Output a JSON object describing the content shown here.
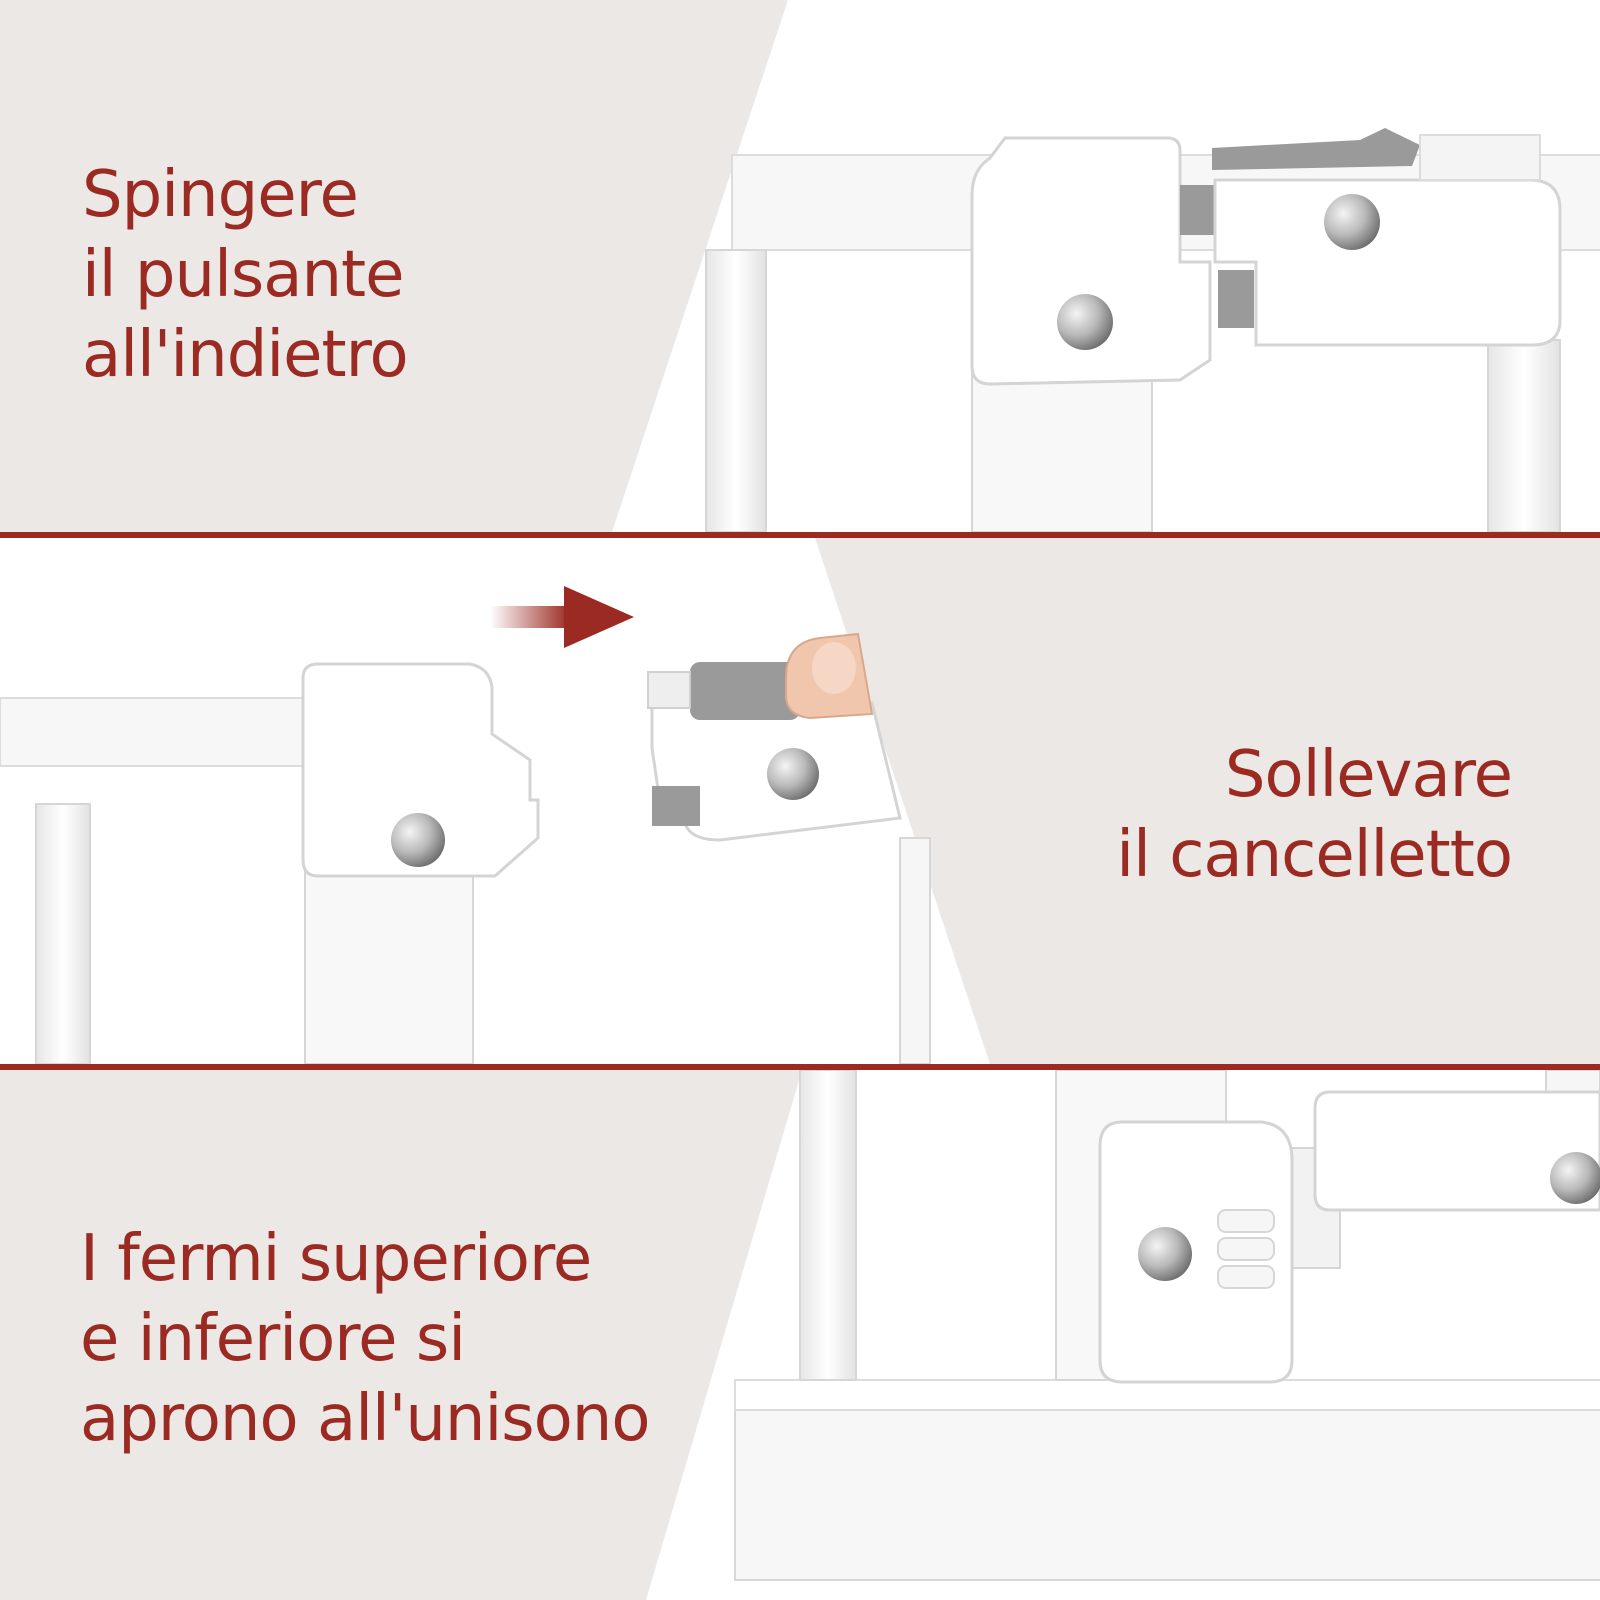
{
  "steps": [
    {
      "lines": [
        "Spingere",
        "il pulsante",
        "all'indietro"
      ]
    },
    {
      "lines": [
        "Sollevare",
        "il cancelletto"
      ]
    },
    {
      "lines": [
        "I fermi superiore",
        "e inferiore si",
        "aprono all'unisono"
      ]
    }
  ],
  "colors": {
    "accent": "#9b2a22",
    "panel_bg": "#ebe8e5",
    "photo_bg": "#ffffff",
    "button_gray": "#9a9a9a"
  },
  "icons": {
    "direction": "arrow-right-icon",
    "screw": "screw-head-icon",
    "finger": "finger-icon"
  }
}
